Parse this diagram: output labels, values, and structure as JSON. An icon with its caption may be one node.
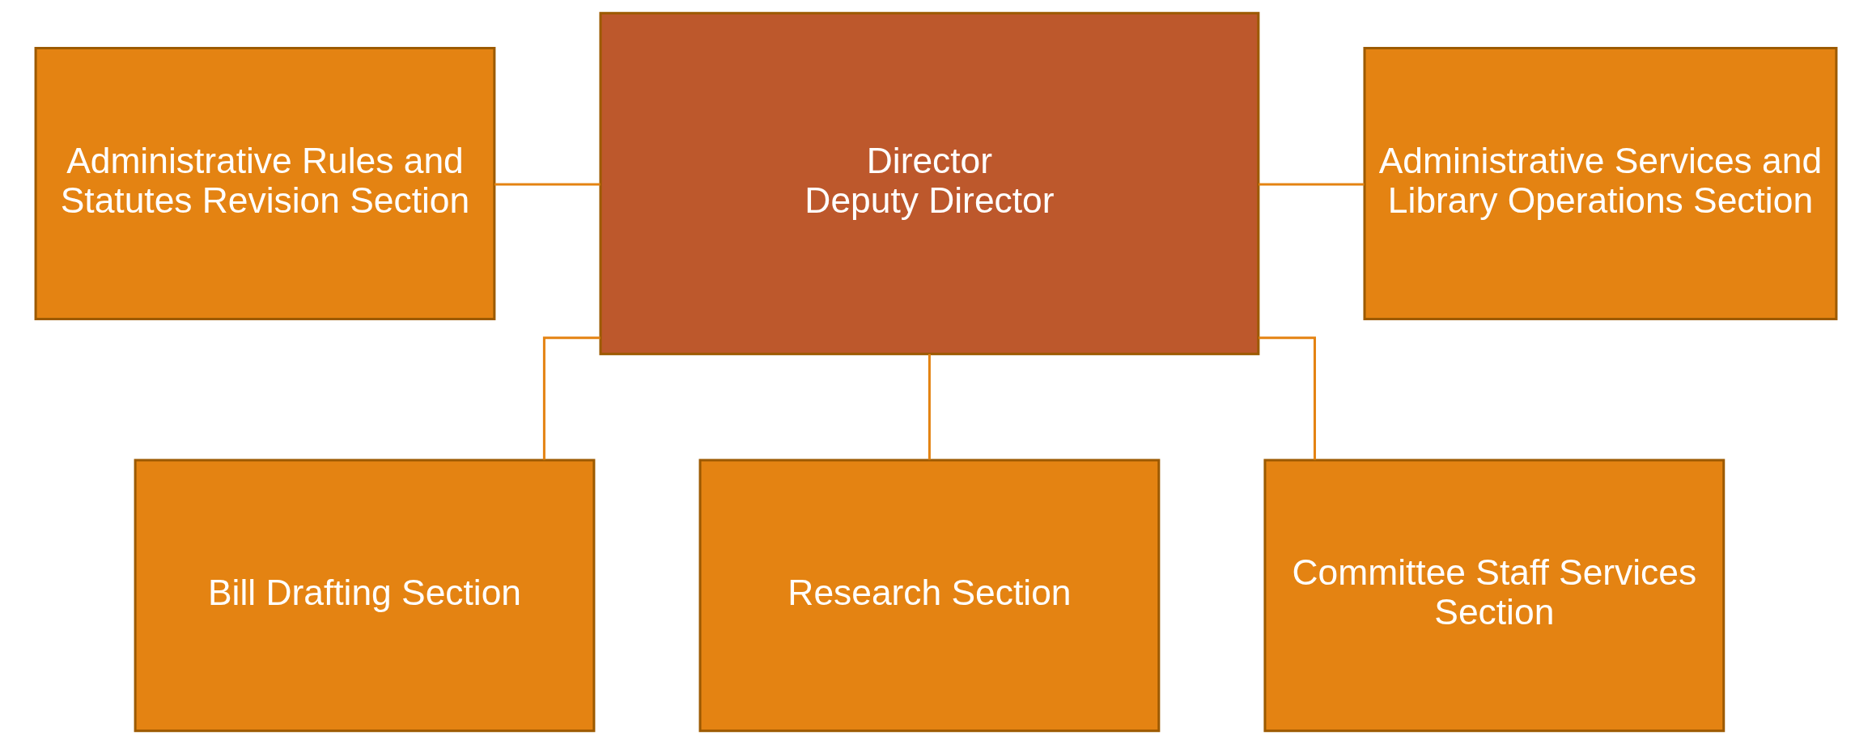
{
  "diagram": {
    "nodes": [
      {
        "text": [
          "Director",
          "Deputy Director"
        ]
      },
      {
        "text": [
          "Administrative Rules and Statutes Revision Section"
        ]
      },
      {
        "text": [
          "Administrative Services and Library Operations Section"
        ]
      },
      {
        "text": [
          "Bill Drafting Section"
        ]
      },
      {
        "text": [
          "Research Section"
        ]
      },
      {
        "text": [
          "Committee Staff Services Section"
        ]
      }
    ],
    "edges": [
      {
        "from": 1,
        "to": 0,
        "arrow": "none"
      },
      {
        "from": 0,
        "to": 2,
        "arrow": "none"
      },
      {
        "from": 0,
        "to": 3,
        "arrow": "none"
      },
      {
        "from": 0,
        "to": 4,
        "arrow": "none"
      },
      {
        "from": 0,
        "to": 5,
        "arrow": "none"
      }
    ]
  }
}
